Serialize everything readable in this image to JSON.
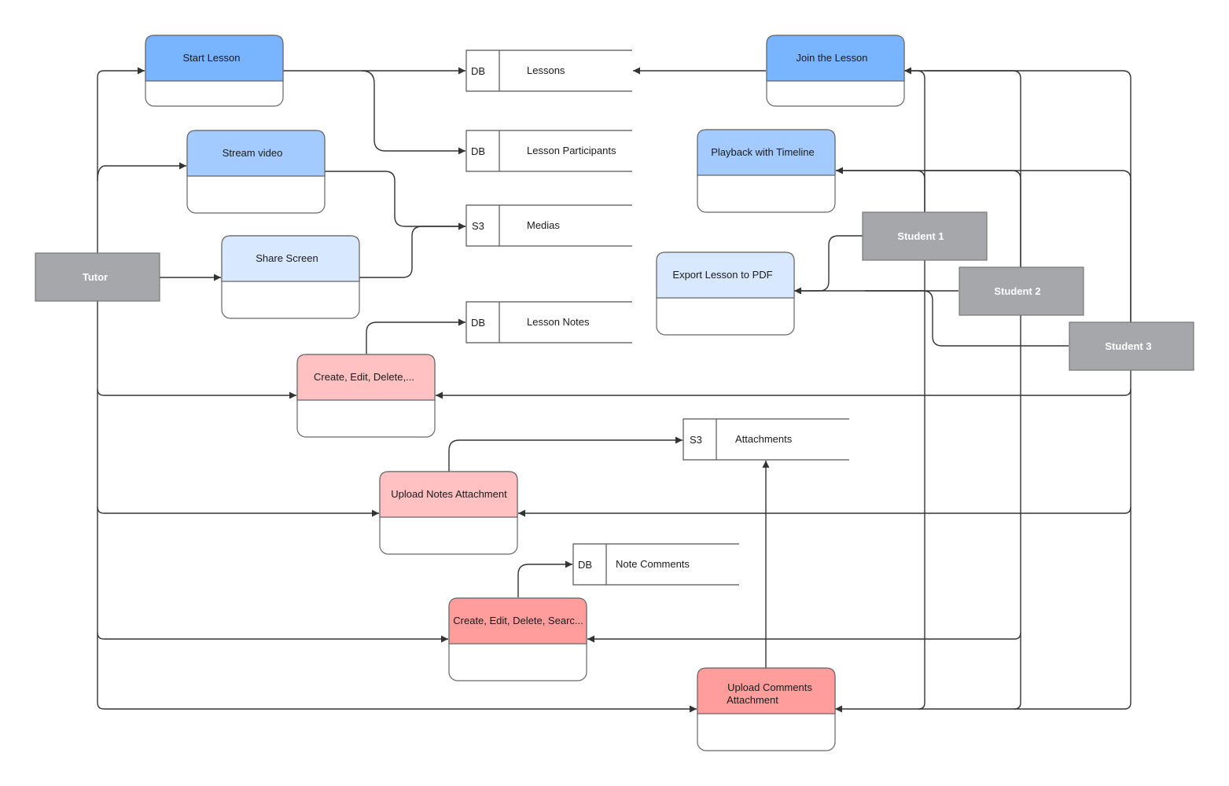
{
  "colors": {
    "blue_dark": "#78b4ff",
    "blue_mid": "#a3cbff",
    "blue_light": "#d8e8ff",
    "red_light": "#ffc1c1",
    "red_mid": "#ff9d9d",
    "actor_fill": "#a6a7aa",
    "stroke": "#555555",
    "edge": "#333333"
  },
  "actors": {
    "tutor": "Tutor",
    "student1": "Student 1",
    "student2": "Student 2",
    "student3": "Student 3"
  },
  "processes": {
    "start_lesson": "Start Lesson",
    "stream_video": "Stream video",
    "share_screen": "Share Screen",
    "notes_crud": "Create, Edit, Delete,...",
    "upload_notes_attachment": "Upload Notes Attachment",
    "comments_crud": "Create, Edit, Delete, Searc...",
    "upload_comments_attachment_line1": "Upload Comments",
    "upload_comments_attachment_line2": "Attachment",
    "join_lesson": "Join the Lesson",
    "playback": "Playback with Timeline",
    "export_pdf": "Export Lesson to PDF"
  },
  "stores": {
    "lessons": {
      "type": "DB",
      "name": "Lessons"
    },
    "participants": {
      "type": "DB",
      "name": "Lesson Participants"
    },
    "medias": {
      "type": "S3",
      "name": "Medias"
    },
    "notes": {
      "type": "DB",
      "name": "Lesson Notes"
    },
    "attachments": {
      "type": "S3",
      "name": "Attachments"
    },
    "comments": {
      "type": "DB",
      "name": "Note Comments"
    }
  }
}
